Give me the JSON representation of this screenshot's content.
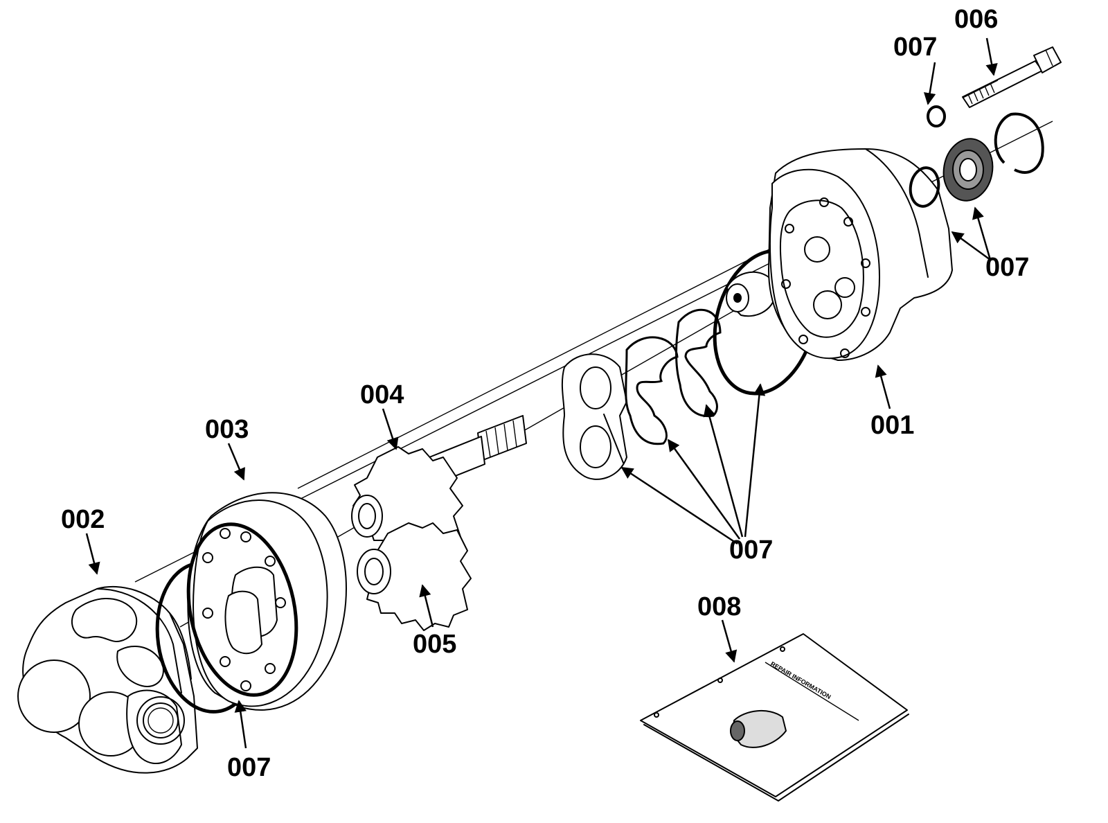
{
  "labels": {
    "p001": "001",
    "p002": "002",
    "p003": "003",
    "p004": "004",
    "p005": "005",
    "p006": "006",
    "p007_top": "007",
    "p007_right": "007",
    "p007_center": "007",
    "p007_bottom": "007",
    "p008": "008"
  },
  "booklet": {
    "title": "REPAIR INFORMATION"
  }
}
